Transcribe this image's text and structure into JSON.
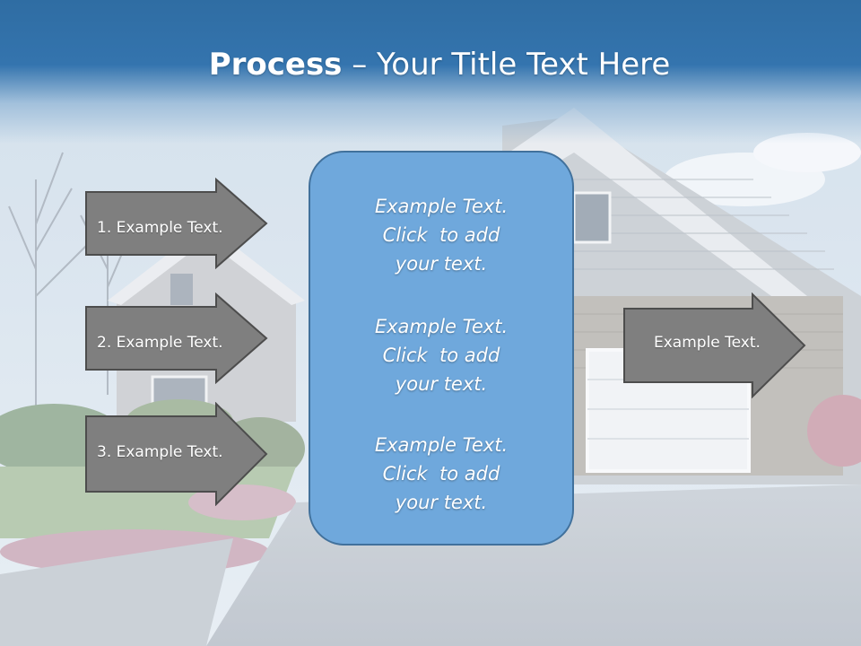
{
  "slide": {
    "title_bold": "Process",
    "title_rest": " – Your Title Text Here"
  },
  "left_arrows": [
    {
      "label": "1. Example Text."
    },
    {
      "label": "2. Example Text."
    },
    {
      "label": "3. Example Text."
    }
  ],
  "center_box": {
    "blocks": [
      {
        "lines": [
          "Example Text.",
          "Click  to add",
          "your text."
        ]
      },
      {
        "lines": [
          "Example Text.",
          "Click  to add",
          "your text."
        ]
      },
      {
        "lines": [
          "Example Text.",
          "Click  to add",
          "your text."
        ]
      }
    ]
  },
  "right_arrow": {
    "label": "Example Text."
  },
  "colors": {
    "header": "#2f6da3",
    "arrow_fill": "#7f7f7f",
    "box_fill": "#6fa8dc",
    "box_border": "#41719c"
  },
  "background": {
    "icon": "house-photo"
  }
}
